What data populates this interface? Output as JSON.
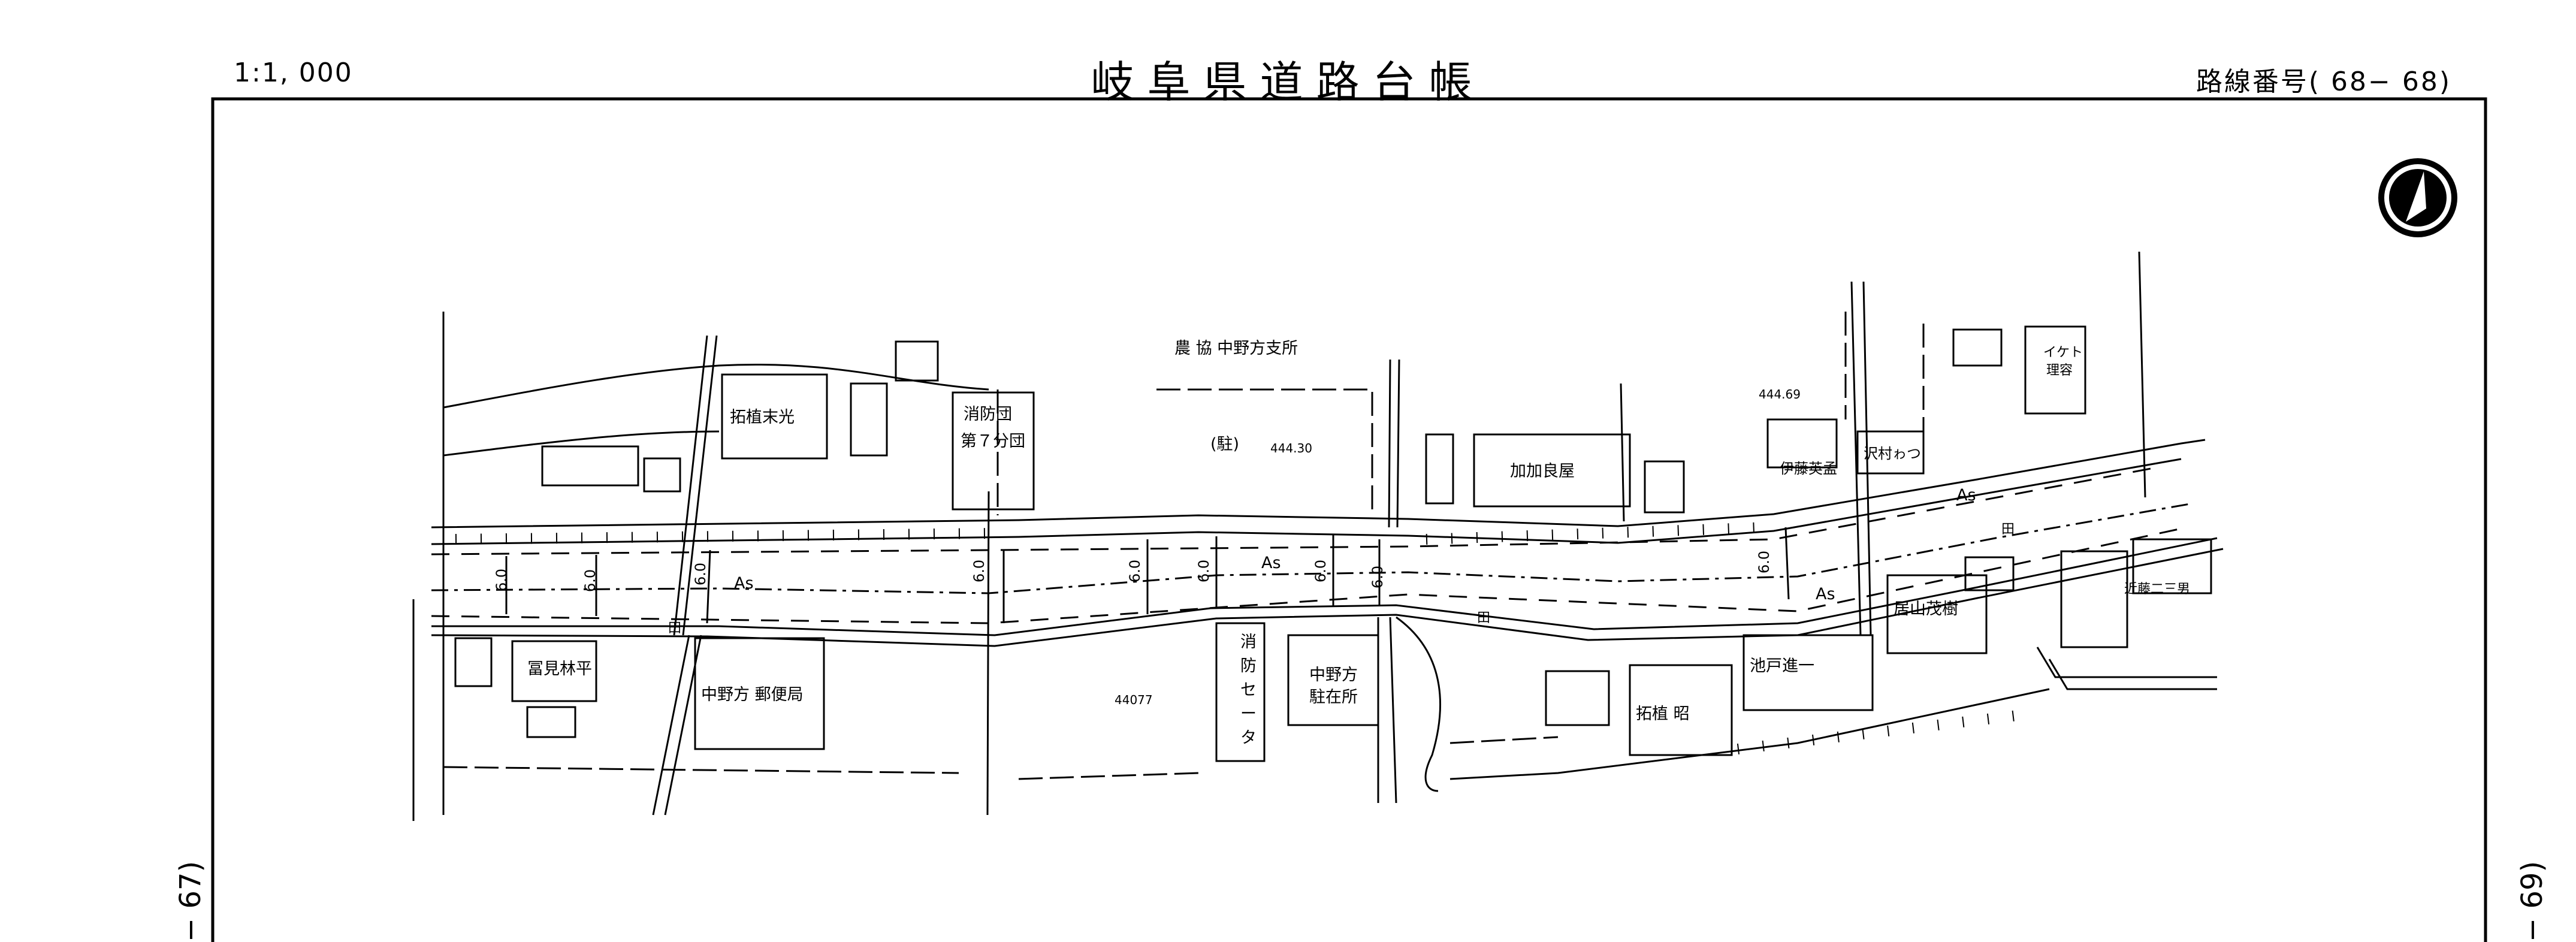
{
  "header": {
    "scale": "1:1, 000",
    "title": "岐阜県道路台帳",
    "route_number": "路線番号( 68− 68)"
  },
  "side_labels": {
    "left": "− 67)",
    "right": "− 69)"
  },
  "map": {
    "compass": "north-arrow",
    "buildings": [
      {
        "label": "拓植末光"
      },
      {
        "label": "消防団"
      },
      {
        "label": "第７分団"
      },
      {
        "label": "農 協 中野方支所"
      },
      {
        "label": "加加良屋"
      },
      {
        "label": "伊藤英孟"
      },
      {
        "label": "沢村ゎつ"
      },
      {
        "label": "イケト"
      },
      {
        "label": "理容"
      },
      {
        "label": "冨見林平"
      },
      {
        "label": "中野方 郵便局"
      },
      {
        "label": "消"
      },
      {
        "label": "防"
      },
      {
        "label": "セ"
      },
      {
        "label": "ー"
      },
      {
        "label": "タ"
      },
      {
        "label": "中野方"
      },
      {
        "label": "駐在所"
      },
      {
        "label": "池戸進一"
      },
      {
        "label": "居山茂樹"
      },
      {
        "label": "拓植 昭"
      },
      {
        "label": "近藤二三男"
      }
    ],
    "annotations": {
      "parking": "(駐)",
      "elev_1": "444.30",
      "elev_2": "444.69",
      "elev_3": "44077",
      "road_surface": "As",
      "width": "6.0",
      "field": "田"
    }
  },
  "colors": {
    "ink": "#000000",
    "paper": "#ffffff"
  }
}
